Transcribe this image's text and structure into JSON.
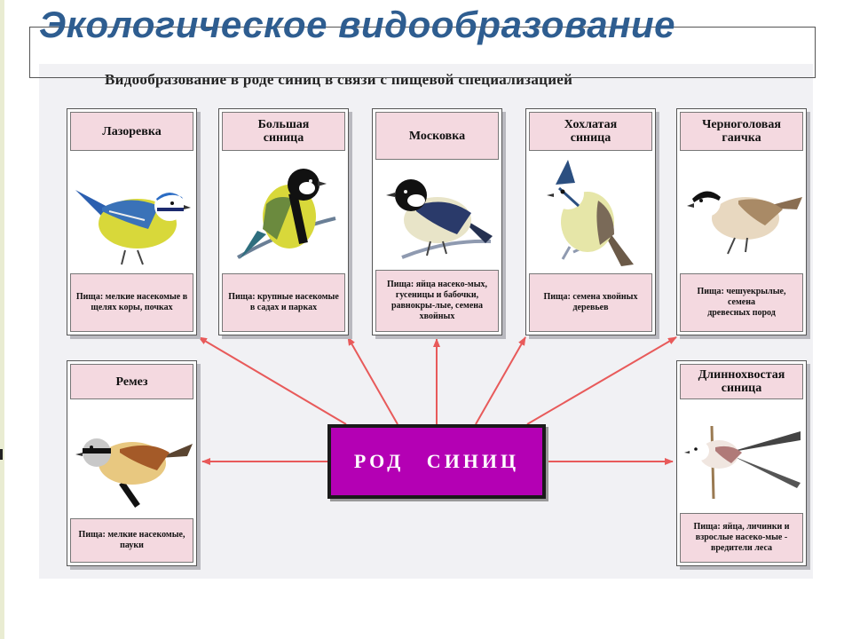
{
  "title": "Экологическое видообразование",
  "diagram_caption": "Видообразование в роде синиц в связи с пищевой специализацией",
  "center_label": "РОД СИНИЦ",
  "colors": {
    "title": "#2e5d90",
    "card_label_bg": "#f4d9e0",
    "center_box": "#b400b4",
    "arrow": "#e85a5a"
  },
  "cards": [
    {
      "name": "Лазоревка",
      "food": "Пища: мелкие насекомые в щелях коры, почках",
      "icon": "blue-tit-icon"
    },
    {
      "name": "Большая\nсиница",
      "food": "Пища: крупные насекомые\nв садах и парках",
      "icon": "great-tit-icon"
    },
    {
      "name": "Московка",
      "food": "Пища: яйца насеко-мых, гусеницы и бабочки, равнокры-лые, семена хвойных",
      "icon": "coal-tit-icon"
    },
    {
      "name": "Хохлатая\nсиница",
      "food": "Пища: семена хвойных деревьев",
      "icon": "crested-tit-icon"
    },
    {
      "name": "Черноголовая\nгаичка",
      "food": "Пища: чешуекрылые, семена\nдревесных пород",
      "icon": "marsh-tit-icon"
    },
    {
      "name": "Ремез",
      "food": "Пища: мелкие насекомые, пауки",
      "icon": "penduline-tit-icon"
    },
    {
      "name": "Длиннохвостая\nсиница",
      "food": "Пища: яйца, личинки и взрослые насеко-мые - вредители леса",
      "icon": "long-tailed-tit-icon"
    }
  ]
}
